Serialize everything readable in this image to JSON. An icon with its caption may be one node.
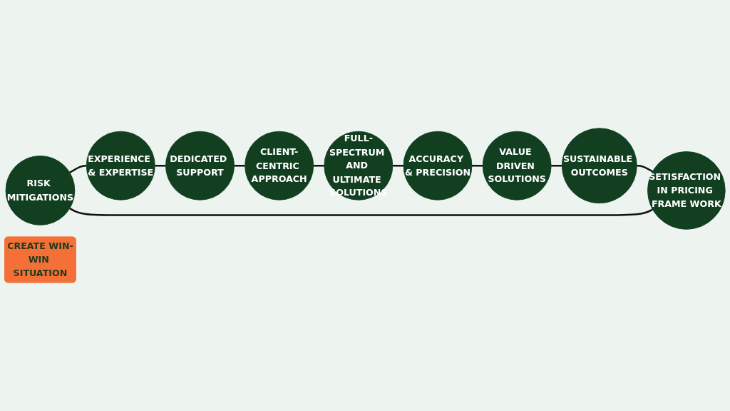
{
  "diagram": {
    "nodes": [
      {
        "text": [
          "RISK MITIGATIONS"
        ]
      },
      {
        "text": [
          "EXPERIENCE & EXPERTISE"
        ]
      },
      {
        "text": [
          "SETISFACTION IN PRICING FRAME WORK"
        ]
      },
      {
        "text": [
          "CREATE WIN-WIN SITUATION"
        ]
      },
      {
        "text": [
          "DEDICATED SUPPORT"
        ]
      },
      {
        "text": [
          "SUSTAINABLE OUTCOMES"
        ]
      },
      {
        "text": [
          "CLIENT-CENTRIC APPROACH"
        ]
      },
      {
        "text": [
          "FULL-SPECTRUM AND ULTIMATE SOLUTIONS"
        ]
      },
      {
        "text": [
          "ACCURACY & PRECISION"
        ]
      },
      {
        "text": [
          "VALUE DRIVEN SOLUTIONS"
        ]
      }
    ],
    "edges": [
      {
        "from": 0,
        "to": 1,
        "arrow": "none"
      },
      {
        "from": 1,
        "to": 4,
        "arrow": "none"
      },
      {
        "from": 4,
        "to": 6,
        "arrow": "none"
      },
      {
        "from": 6,
        "to": 7,
        "arrow": "none"
      },
      {
        "from": 7,
        "to": 8,
        "arrow": "none"
      },
      {
        "from": 8,
        "to": 9,
        "arrow": "none"
      },
      {
        "from": 9,
        "to": 5,
        "arrow": "none"
      },
      {
        "from": 5,
        "to": 2,
        "arrow": "none"
      },
      {
        "from": 2,
        "to": 0,
        "arrow": "none"
      }
    ]
  }
}
